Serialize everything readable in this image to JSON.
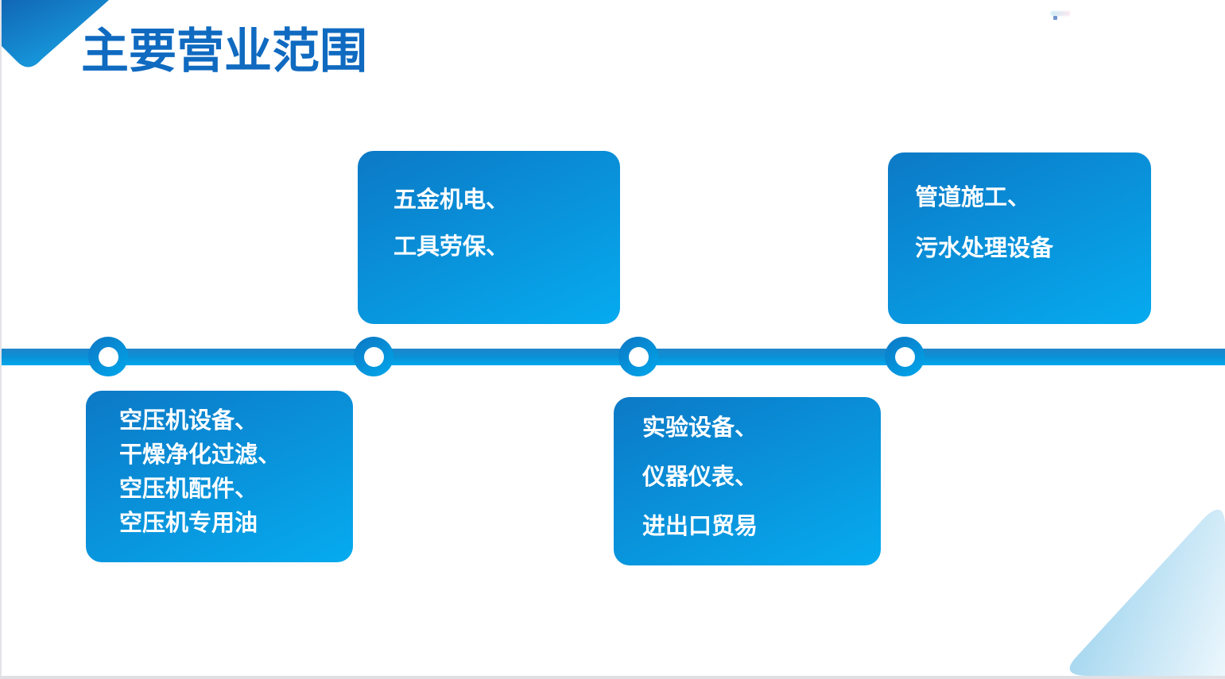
{
  "slide": {
    "title": "主要营业范围",
    "type_hint": "business-scope timeline slide",
    "cards": [
      {
        "id": 1,
        "position": "below-line",
        "lines": [
          "空压机设备、",
          "干燥净化过滤、",
          "空压机配件、",
          "空压机专用油"
        ]
      },
      {
        "id": 2,
        "position": "above-line",
        "lines": [
          "五金机电、",
          "工具劳保、"
        ]
      },
      {
        "id": 3,
        "position": "below-line",
        "lines": [
          "实验设备、",
          "仪器仪表、",
          "进出口贸易"
        ]
      },
      {
        "id": 4,
        "position": "above-line",
        "lines": [
          "管道施工、",
          "污水处理设备"
        ]
      }
    ],
    "timeline": {
      "node_count": 4
    }
  },
  "colors": {
    "title_text": "#0f6ac0",
    "card_gradient_start": "#0c79c6",
    "card_gradient_end": "#06abef",
    "card_text": "#ffffff",
    "line_gradient_top": "#1f86c9",
    "line_gradient_bottom": "#00a7ec",
    "corner_gradient_start": "#1166b4",
    "corner_gradient_end": "#18a3e5",
    "triangle_gradient_start": "#9fd4ee",
    "triangle_gradient_end": "#ecf7fd",
    "edge_gray": "#dfdfe4"
  }
}
